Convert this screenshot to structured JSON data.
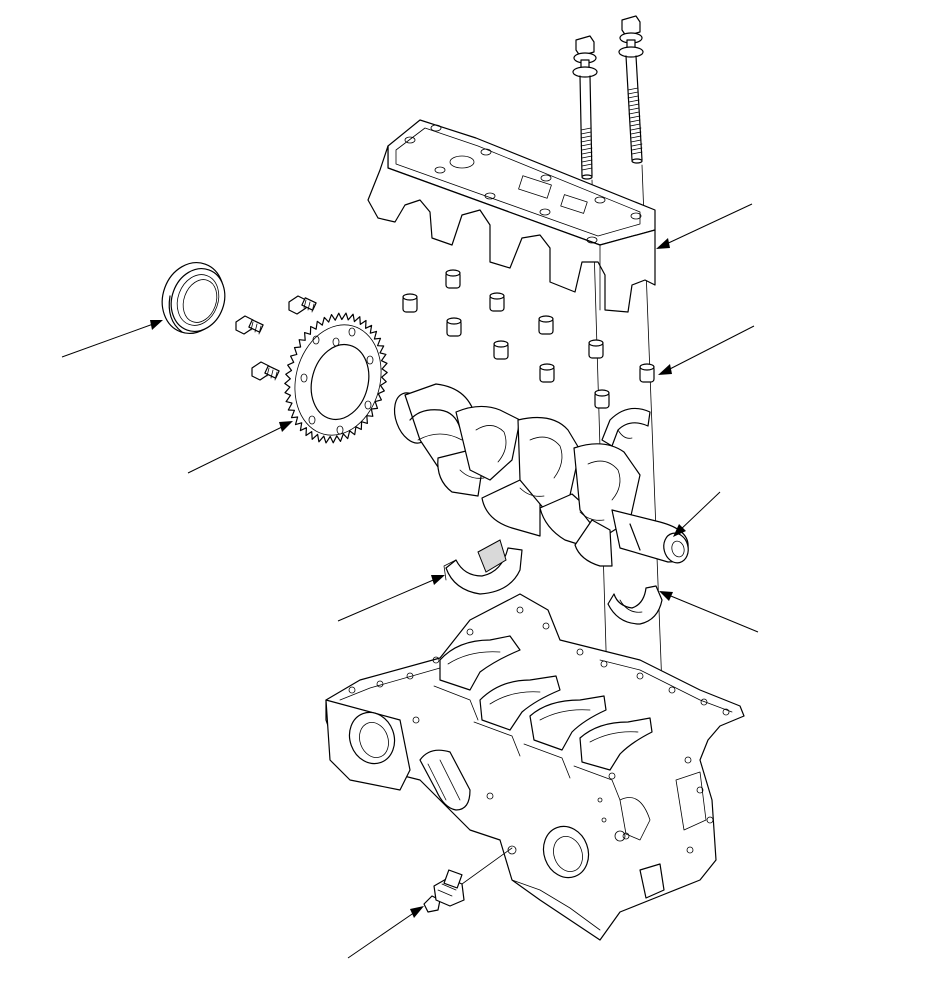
{
  "diagram": {
    "type": "exploded-parts-view",
    "parts": [
      "crankshaft-oil-seal",
      "crankshaft-pulse-plate",
      "pulse-plate-bolts",
      "bearing-cap-bridge",
      "bearing-cap-bolts",
      "dowel-pins",
      "crankshaft",
      "thrust-washers",
      "main-bearings",
      "cylinder-block",
      "knock-sensor"
    ],
    "callouts": [
      "bearing-cap-bridge",
      "dowel-pins",
      "crankshaft",
      "main-bearing",
      "oil-seal",
      "pulse-plate",
      "thrust-washer",
      "knock-sensor"
    ],
    "colors": {
      "line": "#000000",
      "background": "#ffffff",
      "shade": "#d9d9d9"
    }
  }
}
